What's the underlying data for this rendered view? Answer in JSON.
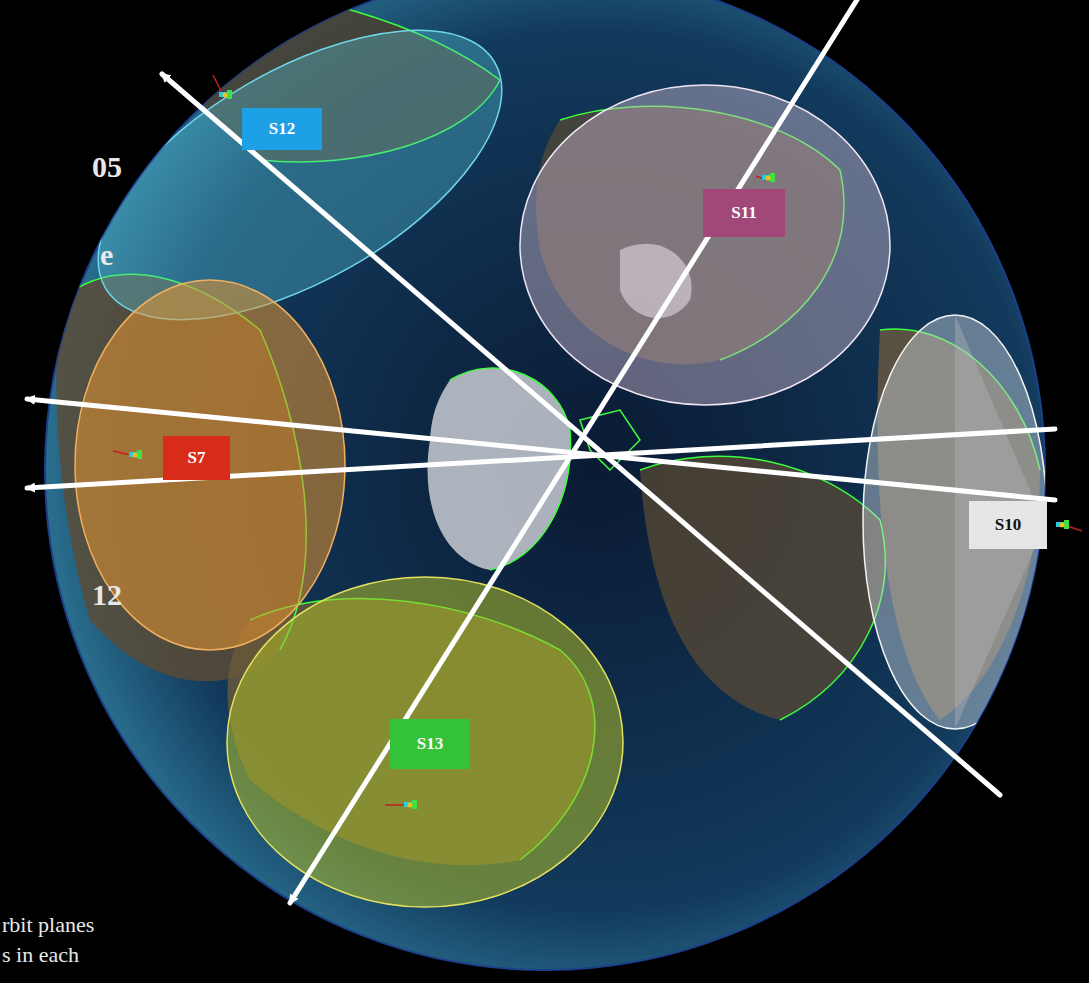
{
  "diagram": {
    "nodes": [
      {
        "text": [
          "S12"
        ]
      },
      {
        "text": [
          "S11"
        ]
      },
      {
        "text": [
          "S7"
        ]
      },
      {
        "text": [
          "S10"
        ]
      },
      {
        "text": [
          "S13"
        ]
      }
    ],
    "labels": [
      "05",
      "e",
      "12",
      "rbit planes",
      "s in each"
    ]
  }
}
